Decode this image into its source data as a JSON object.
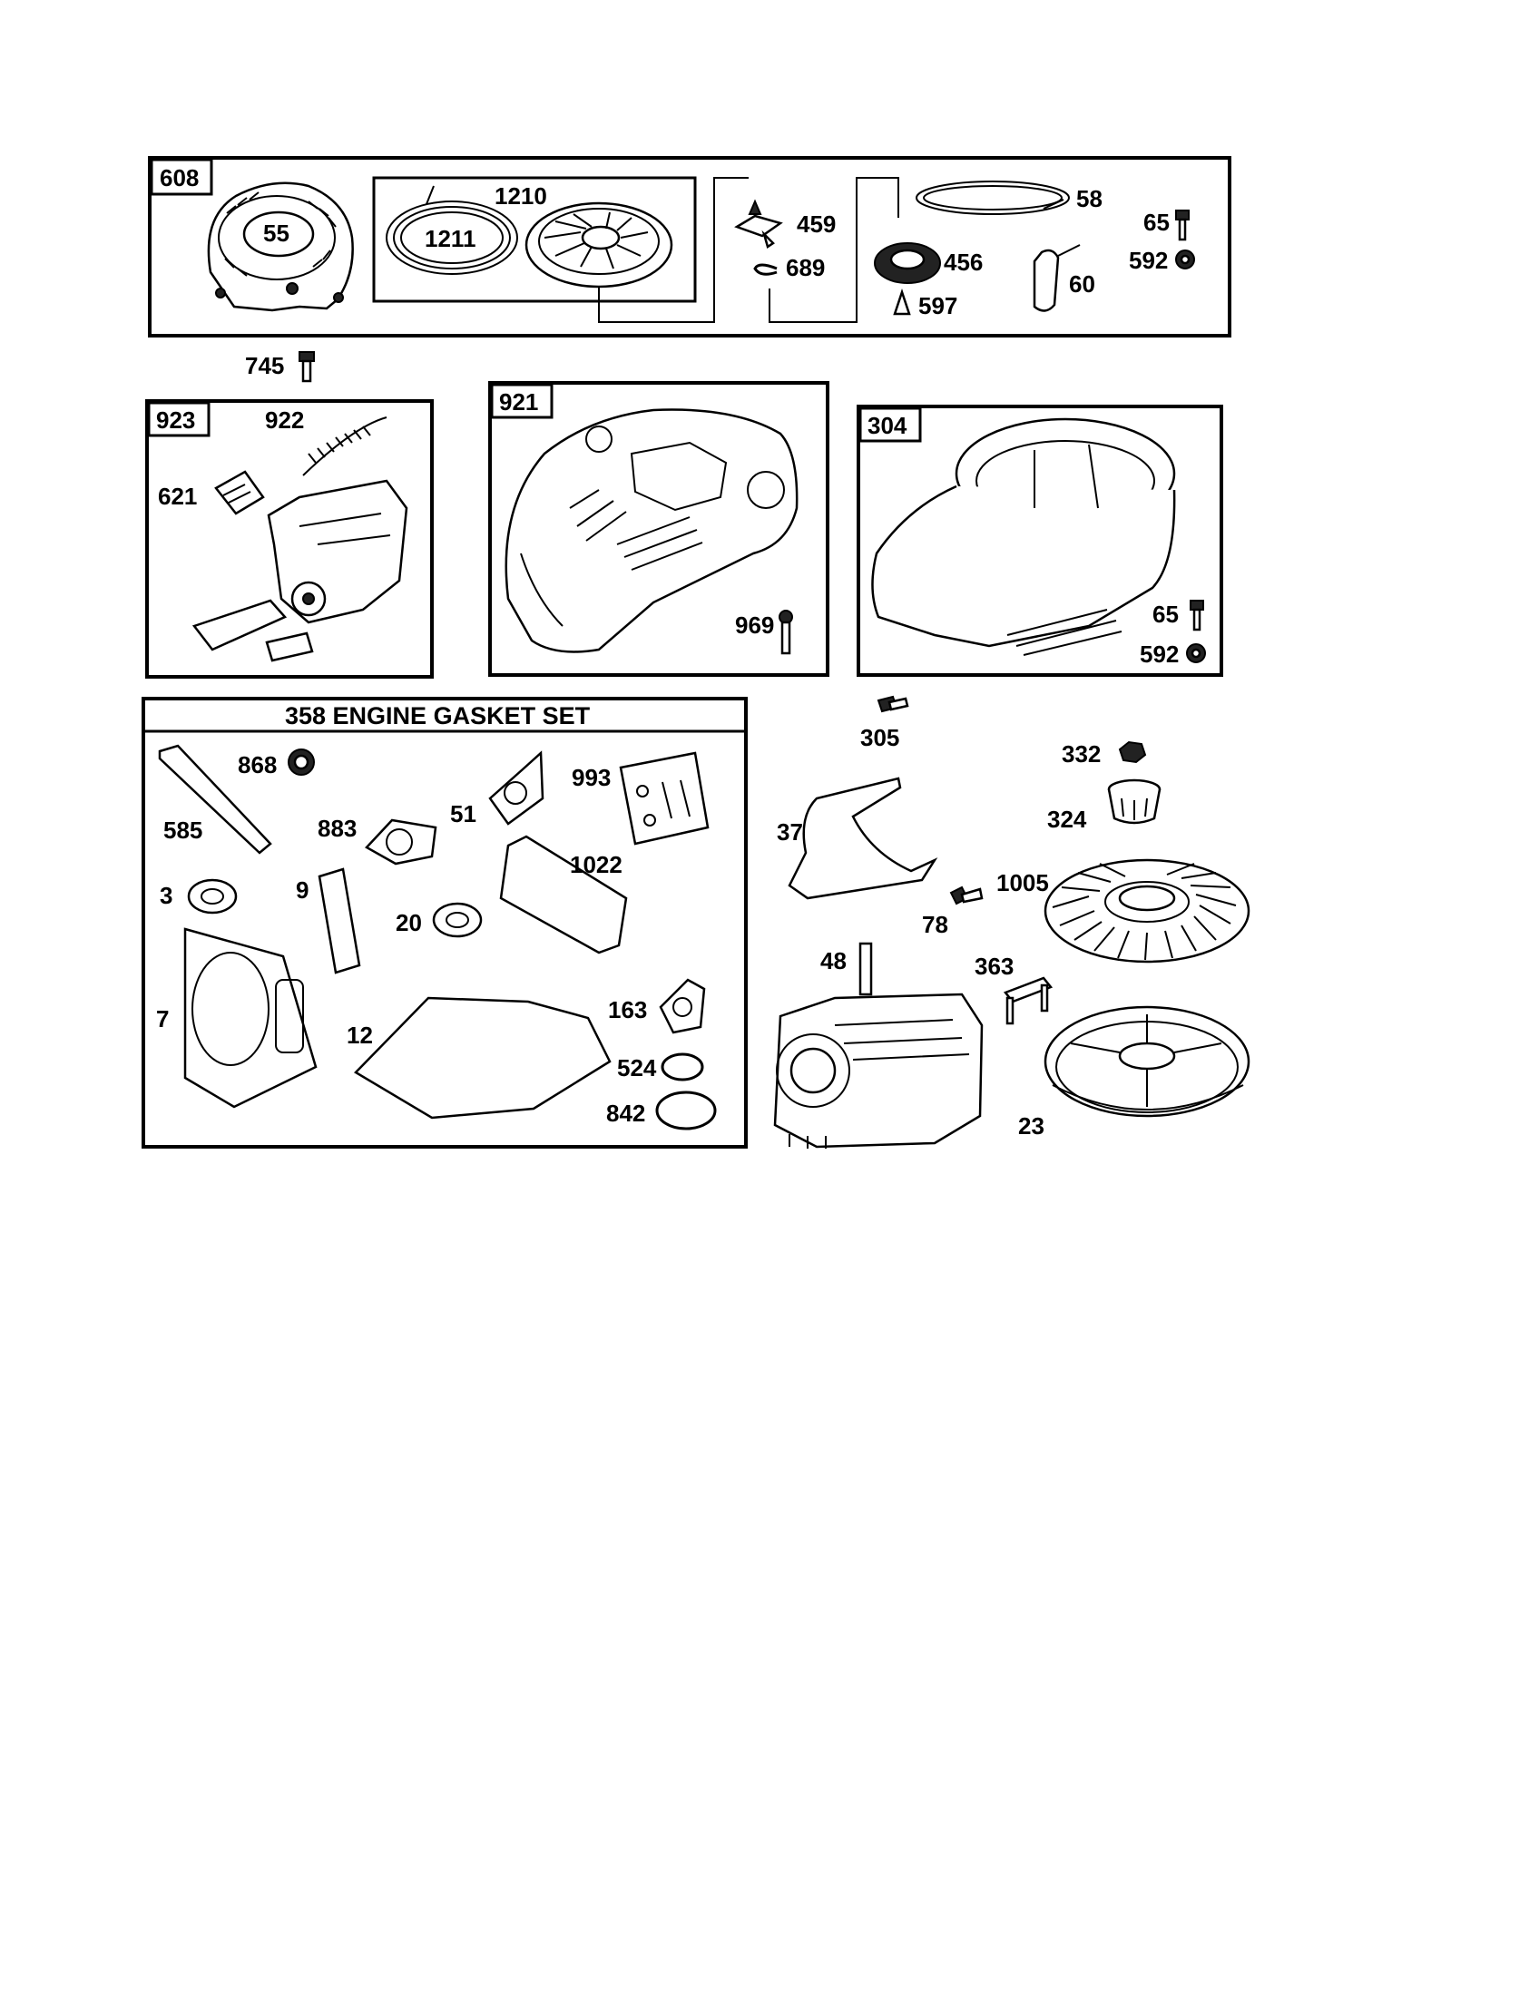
{
  "groups": {
    "starter_assembly": "608",
    "control_bracket": "923",
    "blower_housing_shroud": "921",
    "blower_housing": "304",
    "gasket_set_title": "358 ENGINE GASKET SET"
  },
  "parts": {
    "p55": "55",
    "p1210": "1210",
    "p1211": "1211",
    "p459": "459",
    "p689": "689",
    "p58": "58",
    "p456": "456",
    "p597": "597",
    "p60": "60",
    "p65a": "65",
    "p592a": "592",
    "p745": "745",
    "p922": "922",
    "p621": "621",
    "p969": "969",
    "p65b": "65",
    "p592b": "592",
    "p868": "868",
    "p993": "993",
    "p585": "585",
    "p51": "51",
    "p883": "883",
    "p1022": "1022",
    "p3": "3",
    "p9": "9",
    "p20": "20",
    "p7": "7",
    "p163": "163",
    "p12": "12",
    "p524": "524",
    "p842": "842",
    "p305": "305",
    "p332": "332",
    "p37": "37",
    "p324": "324",
    "p1005": "1005",
    "p78": "78",
    "p48": "48",
    "p363": "363",
    "p23": "23"
  }
}
